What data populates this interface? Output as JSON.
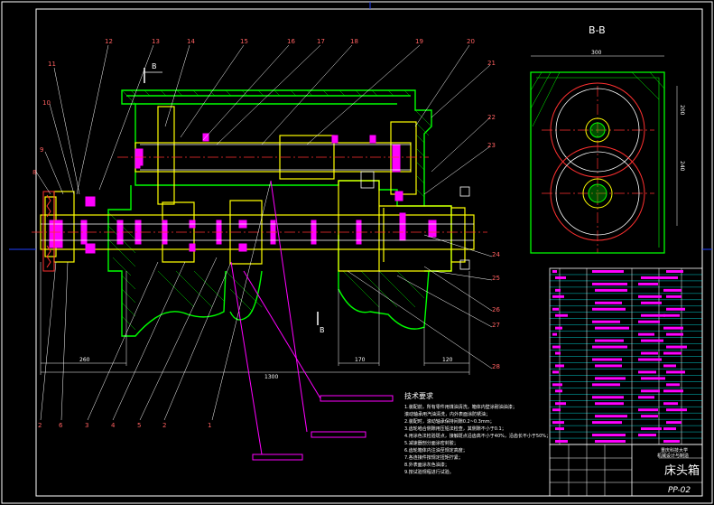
{
  "section_label": "B-B",
  "section_marks": [
    "B",
    "B"
  ],
  "part_numbers_top": [
    "12",
    "13",
    "14",
    "15",
    "16",
    "17",
    "18",
    "19",
    "20"
  ],
  "part_numbers_left": [
    "11",
    "10",
    "9",
    "8"
  ],
  "part_numbers_right": [
    "21",
    "22",
    "23",
    "24",
    "25",
    "26",
    "27",
    "28"
  ],
  "part_numbers_bottom": [
    "2",
    "6",
    "3",
    "4",
    "5",
    "2",
    "1"
  ],
  "dimensions": {
    "d260": "260",
    "d1300": "1300",
    "d170": "170",
    "d120": "120",
    "d300": "300",
    "d200": "200",
    "d240": "240"
  },
  "tech_notes": {
    "heading": "技术要求",
    "lines": [
      "1.装配前，所有零件用煤油清洗，箱体内壁涂耐油油漆；",
      "  滚动轴承用汽油清洗，内外表面涂防锈油；",
      "2.装配时，滚动轴承保持间隙0.2~0.3mm；",
      "3.齿轮啮合侧隙用压铅法检查，其侧隙不小于0.1；",
      "4.用涂色法检验斑点，接触斑点沿齿高不小于40%，沿齿长不小于50%；",
      "5.减速器剖分面涂密封胶；",
      "6.齿轮箱体内注油至规定高度；",
      "7.各连接件按规定扭矩拧紧；",
      "8.外表面涂灰色油漆；",
      "9.按试验规程进行试验。"
    ]
  },
  "title_block": {
    "school": "重庆科技大学",
    "school2": "机械设计与制造",
    "title": "床头箱",
    "drawing_no": "PP-02"
  },
  "colors": {
    "background": "#000000",
    "outline": "#ffffff",
    "body": "#00ff00",
    "part": "#ffff00",
    "center": "#ff3030",
    "highlight": "#ff00ff",
    "table": "#00ffff"
  }
}
